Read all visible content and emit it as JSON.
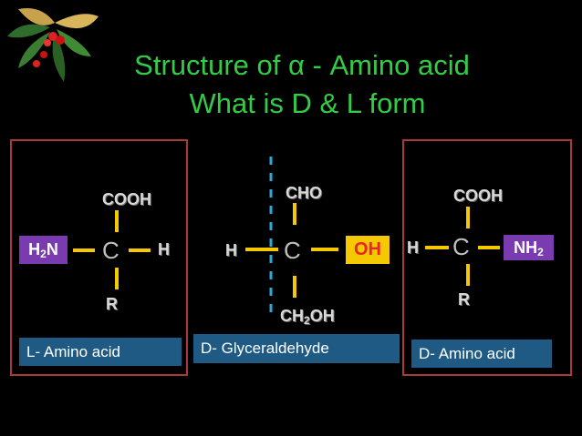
{
  "title": {
    "line1_prefix": "Structure of ",
    "alpha": "α",
    "line1_suffix": " - Amino acid",
    "line2": "What is  D & L form"
  },
  "left": {
    "top": "COOH",
    "center": "C",
    "left_group": "H",
    "left_group_sub": "2",
    "left_group_tail": "N",
    "right": "H",
    "bottom": "R",
    "caption": "L- Amino acid"
  },
  "middle": {
    "top": "CHO",
    "center": "C",
    "left": "H",
    "right": "OH",
    "bottom_pre": "CH",
    "bottom_sub": "2",
    "bottom_post": "OH",
    "caption": "D- Glyceraldehyde"
  },
  "right": {
    "top": "COOH",
    "center": "C",
    "left": "H",
    "right_group": "NH",
    "right_group_sub": "2",
    "bottom": "R",
    "caption": "D- Amino acid"
  },
  "colors": {
    "title": "#33cc44",
    "bond": "#f5c800",
    "group_box": "#7a3ab0",
    "caption_bg": "#1e5a84",
    "panel_border": "#a93a3a"
  },
  "decor_icon": "holly-icon"
}
